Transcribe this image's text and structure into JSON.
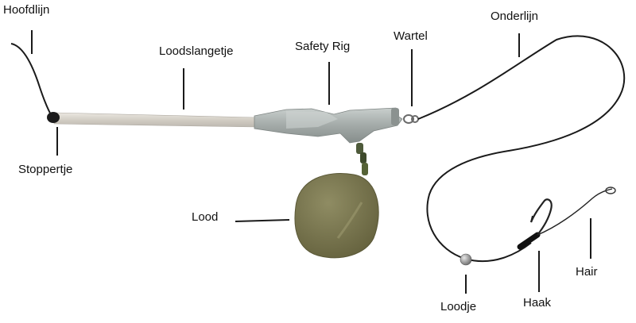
{
  "labels": {
    "hoofdlijn": "Hoofdlijn",
    "loodslangetje": "Loodslangetje",
    "safety_rig": "Safety Rig",
    "wartel": "Wartel",
    "onderlijn": "Onderlijn",
    "stoppertje": "Stoppertje",
    "lood": "Lood",
    "loodje": "Loodje",
    "haak": "Haak",
    "hair": "Hair"
  },
  "colors": {
    "line": "#1a1a1a",
    "tube": "#d9d4cc",
    "rig_body": "#a9b0ae",
    "lead": "#7d7a55",
    "label_text": "#111111"
  }
}
